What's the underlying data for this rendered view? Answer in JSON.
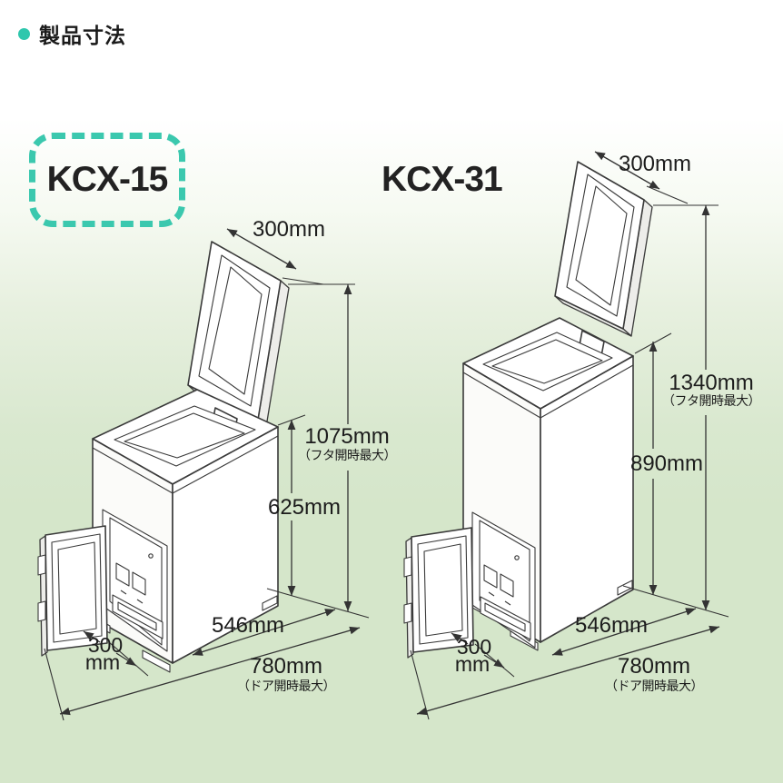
{
  "header": {
    "title": "製品寸法"
  },
  "models": {
    "kcx15": {
      "name": "KCX-15",
      "highlighted": true,
      "lid_width": "300mm",
      "open_height": "1075mm",
      "open_height_note": "（フタ開時最大）",
      "body_height": "625mm",
      "depth": "546mm",
      "door_width_line1": "300",
      "door_width_line2": "mm",
      "total_depth": "780mm",
      "total_depth_note": "（ドア開時最大）"
    },
    "kcx31": {
      "name": "KCX-31",
      "highlighted": false,
      "lid_width": "300mm",
      "open_height": "1340mm",
      "open_height_note": "（フタ開時最大）",
      "body_height": "890mm",
      "depth": "546mm",
      "door_width_line1": "300",
      "door_width_line2": "mm",
      "total_depth": "780mm",
      "total_depth_note": "（ドア開時最大）"
    }
  },
  "colors": {
    "accent_teal": "#3bc8ae",
    "background_green": "#d5e6ca",
    "line_art": "#3a3a3a"
  }
}
